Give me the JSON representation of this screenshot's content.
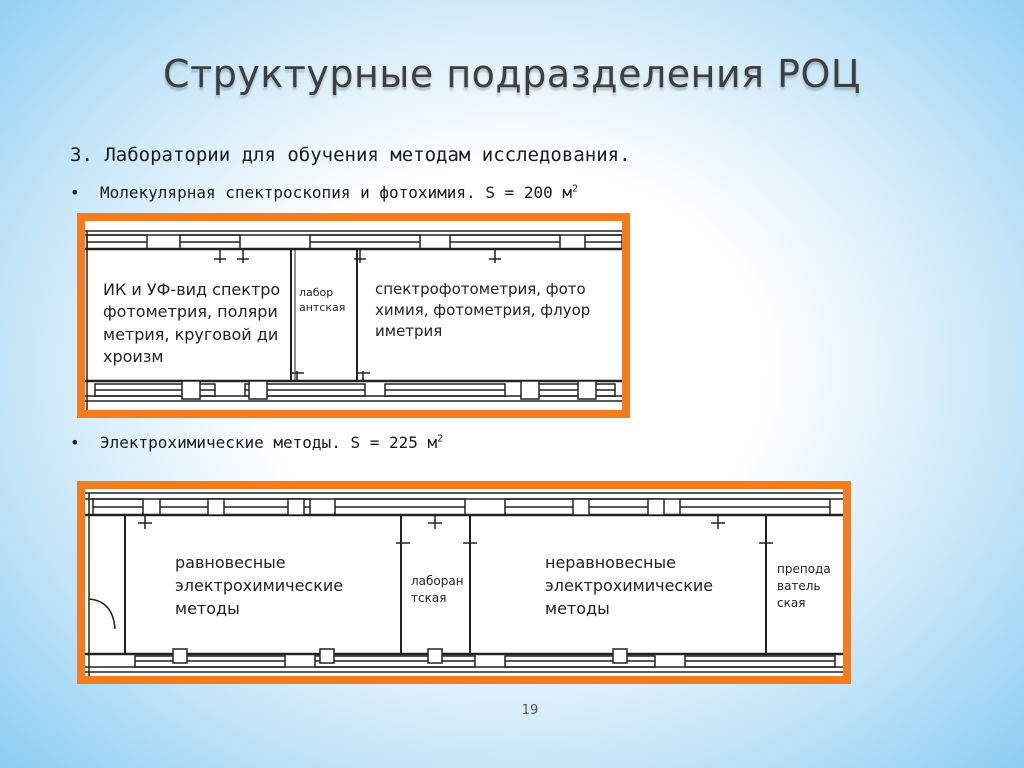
{
  "slide": {
    "title": "Структурные подразделения РОЦ",
    "heading": "3. Лаборатории для обучения методам исследования.",
    "bullet_marker": "•",
    "page_number": "19"
  },
  "section1": {
    "text": "Молекулярная спектроскопия и фотохимия. S = 200 м",
    "unit_sup": "2",
    "rooms": {
      "room1": [
        "ИК и УФ-вид спектро",
        "фотометрия, поляри",
        "метрия, круговой ди",
        "хроизм"
      ],
      "room2": [
        "лабор",
        "антская"
      ],
      "room3": [
        "спектрофотометрия, фото",
        "химия, фотометрия, флуор",
        "иметрия"
      ]
    }
  },
  "section2": {
    "text": "Электрохимические методы. S = 225 м",
    "unit_sup": "2",
    "rooms": {
      "room1": [
        "равновесные",
        "электрохимические",
        "методы"
      ],
      "room2": [
        "лаборан",
        "тская"
      ],
      "room3": [
        "неравновесные",
        "электрохимические",
        "методы"
      ],
      "room4": [
        "препода",
        "ватель",
        "ская"
      ]
    }
  },
  "colors": {
    "frame": "#f47c20",
    "background_edge": "#8ccdf2"
  }
}
